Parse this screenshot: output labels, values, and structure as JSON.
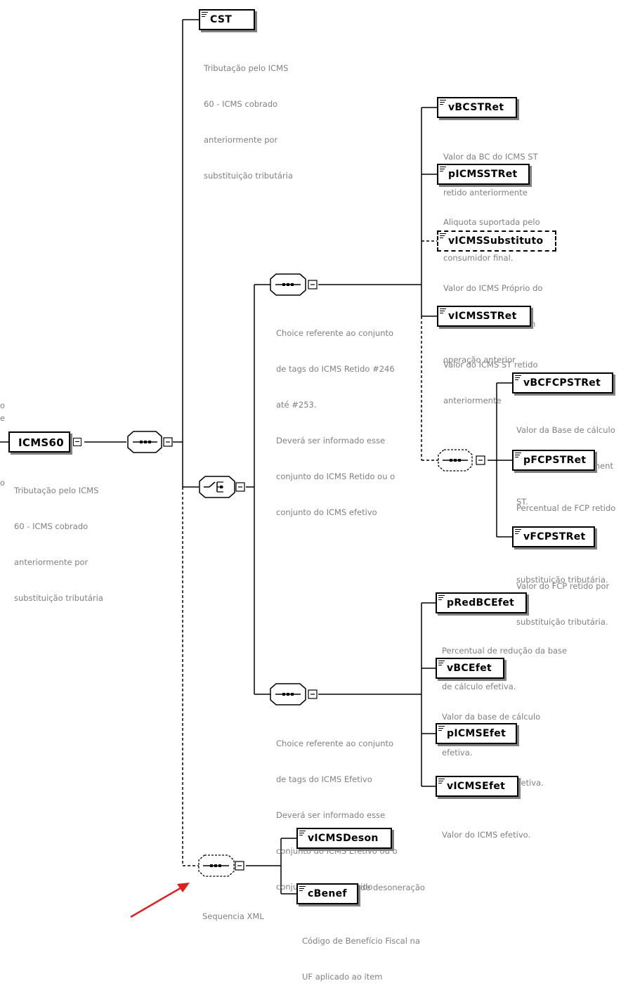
{
  "root": {
    "name": "ICMS60",
    "description": [
      "Tributação pelo ICMS",
      "60 - ICMS cobrado",
      "anteriormente por",
      "substituição tributária"
    ]
  },
  "left_fragments": [
    "o",
    "e",
    "o"
  ],
  "elements": {
    "cst": {
      "name": "CST",
      "description": [
        "Tributação pelo ICMS",
        "60 - ICMS cobrado",
        "anteriormente por",
        "substituição tributária"
      ]
    },
    "vbcstret": {
      "name": "vBCSTRet",
      "description": [
        "Valor da BC do ICMS ST",
        "retido anteriormente"
      ]
    },
    "picmsstret": {
      "name": "pICMSSTRet",
      "description": [
        "Aliquota suportada pelo",
        "consumidor final."
      ]
    },
    "vicmssubstituto": {
      "name": "vICMSSubstituto",
      "description": [
        "Valor do ICMS Próprio do",
        "Substituto cobrado em",
        "operação anterior"
      ]
    },
    "vicmsstret": {
      "name": "vICMSSTRet",
      "description": [
        "Valor do ICMS ST retido",
        "anteriormente"
      ]
    },
    "vbcfcpstret": {
      "name": "vBCFCPSTRet",
      "description": [
        "Valor da Base de cálculo",
        "FCP retido anteriorment",
        "ST."
      ]
    },
    "pfcpstret": {
      "name": "pFCPSTRet",
      "description": [
        "Percentual de FCP retido",
        "anteriormente por",
        "substituição tributária."
      ]
    },
    "vfcpstret": {
      "name": "vFCPSTRet",
      "description": [
        "Valor do FCP retido por",
        "substituição tributária."
      ]
    },
    "predbcefet": {
      "name": "pRedBCEfet",
      "description": [
        "Percentual de redução da base",
        "de cálculo efetiva."
      ]
    },
    "vbcefet": {
      "name": "vBCEfet",
      "description": [
        "Valor da base de cálculo",
        "efetiva."
      ]
    },
    "picmsefet": {
      "name": "pICMSEfet",
      "description": [
        "Aliquota do ICMS efetiva."
      ]
    },
    "vicmsefet": {
      "name": "vICMSEfet",
      "description": [
        "Valor do ICMS efetivo."
      ]
    },
    "vicmsdeson": {
      "name": "vICMSDeson",
      "description": [
        "Valor do ICMS de desoneração"
      ]
    },
    "cbenef": {
      "name": "cBenef",
      "description": [
        "Código de Benefício Fiscal na",
        "UF aplicado ao item"
      ]
    }
  },
  "compositors": {
    "choice_retido": {
      "description": [
        "Choice referente ao conjunto",
        "de tags do ICMS Retido #246",
        "até #253.",
        "Deverá ser informado esse",
        "conjunto do ICMS Retido ou o",
        "conjunto do ICMS efetivo"
      ]
    },
    "choice_efetivo": {
      "description": [
        "Choice referente ao conjunto",
        "de tags do ICMS Efetivo",
        "Deverá ser informado esse",
        "conjunto do ICMS Efetivo ou o",
        "conjunto do ICMS retido"
      ]
    },
    "sequencia_xml": {
      "description": [
        "Sequencia XML"
      ]
    }
  },
  "colors": {
    "connector": "#000000",
    "description_text": "#808080",
    "shadow": "#808080",
    "highlight_arrow": "#e02020"
  },
  "icons": [
    "sequence-icon",
    "choice-icon",
    "collapse-icon",
    "element-doc-icon",
    "arrow-indicator-icon"
  ]
}
